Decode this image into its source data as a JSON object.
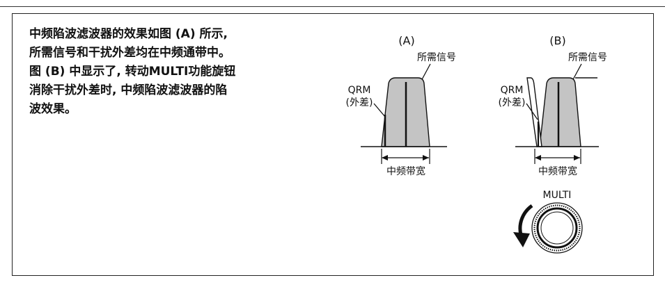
{
  "description_lines": [
    "中频陷波滤波器的效果如图 (A) 所示,",
    "所需信号和干扰外差均在中频通带中。",
    "图 (B) 中显示了, 转动MULTI功能旋钮",
    "消除干扰外差时, 中频陷波滤波器的陷",
    "波效果。"
  ],
  "diagram_a": {
    "label": "(A)",
    "desired_signal": "所需信号",
    "qrm": "QRM",
    "beat": "(外差)",
    "if_bandwidth": "中频带宽"
  },
  "diagram_b": {
    "label": "(B)",
    "desired_signal": "所需信号",
    "qrm": "QRM",
    "beat": "(外差)",
    "if_bandwidth": "中频带宽"
  },
  "knob": {
    "label": "MULTI"
  },
  "colors": {
    "passband_fill": "#c4c4c4",
    "line": "#111111"
  }
}
